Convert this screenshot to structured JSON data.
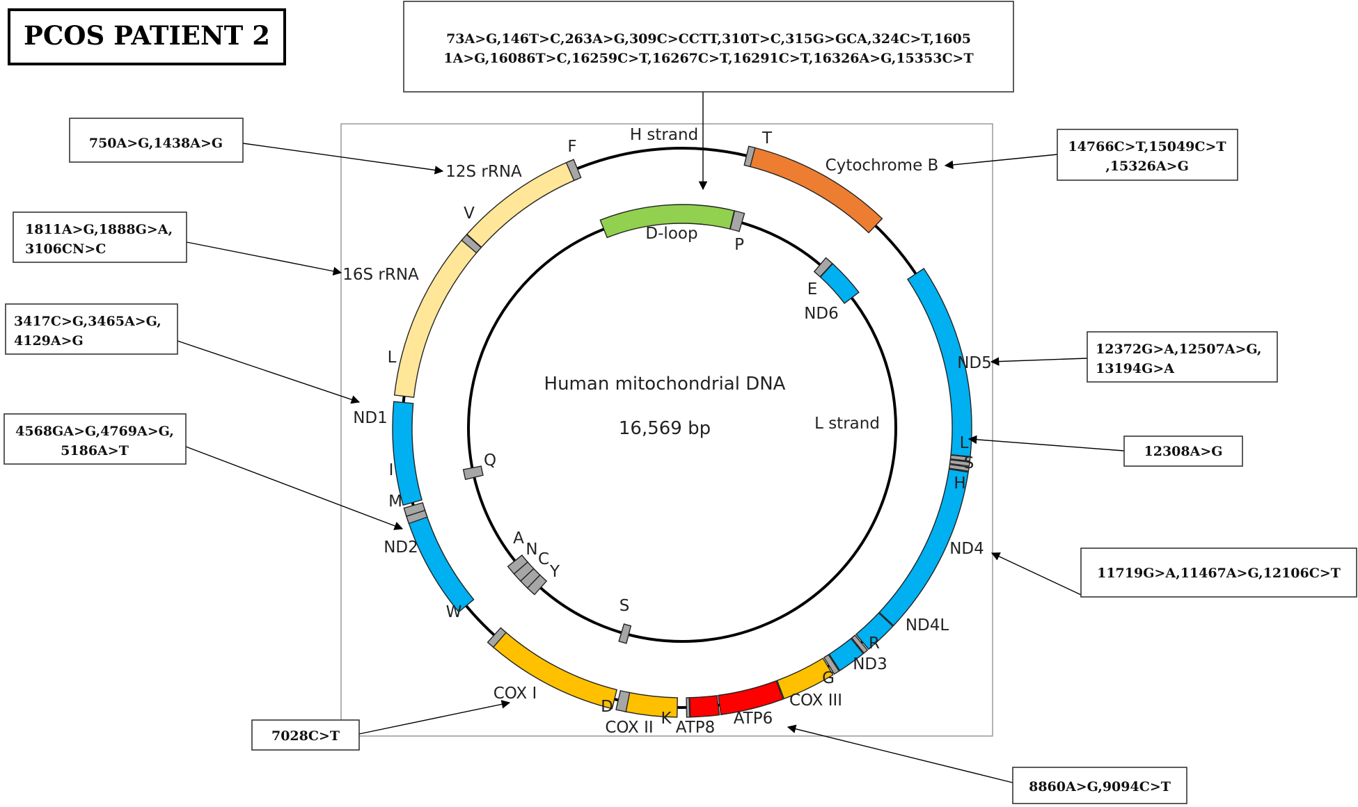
{
  "title": "PCOS PATIENT 2",
  "center": {
    "name": "Human mitochondrial DNA",
    "size": "16,569 bp"
  },
  "strands": {
    "h": "H strand",
    "l": "L strand"
  },
  "colors": {
    "rrna": "#FFE699",
    "nd": "#00B0F0",
    "cox": "#FFC000",
    "atp": "#FF0000",
    "cytb": "#ED7D31",
    "dloop": "#92D050",
    "trna": "#A6A6A6"
  },
  "genes": {
    "rrna12s": "12S rRNA",
    "rrna16s": "16S rRNA",
    "nd1": "ND1",
    "nd2": "ND2",
    "cox1": "COX I",
    "cox2": "COX II",
    "atp8": "ATP8",
    "atp6": "ATP6",
    "cox3": "COX III",
    "nd3": "ND3",
    "nd4l": "ND4L",
    "nd4": "ND4",
    "nd5": "ND5",
    "nd6": "ND6",
    "cytb": "Cytochrome B",
    "dloop": "D-loop"
  },
  "trna": {
    "F": "F",
    "V": "V",
    "L1": "L",
    "I": "I",
    "M": "M",
    "W": "W",
    "D": "D",
    "K": "K",
    "G": "G",
    "R": "R",
    "L2": "L",
    "S2": "S",
    "H": "H",
    "E": "E",
    "T": "T",
    "P": "P",
    "Q": "Q",
    "A": "A",
    "N": "N",
    "C": "C",
    "Y": "Y",
    "S1": "S"
  },
  "mutations": {
    "dloop_line1": "73A>G,146T>C,263A>G,309C>CCTT,310T>C,315G>GCA,324C>T,1605",
    "dloop_line2": "1A>G,16086T>C,16259C>T,16267C>T,16291C>T,16326A>G,15353C>T",
    "rrna12s": "750A>G,1438A>G",
    "rrna16s_line1": "1811A>G,1888G>A,",
    "rrna16s_line2": "3106CN>C",
    "nd1_line1": "3417C>G,3465A>G,",
    "nd1_line2": "4129A>G",
    "nd2_line1": "4568GA>G,4769A>G,",
    "nd2_line2": "5186A>T",
    "cox1": "7028C>T",
    "atp": "8860A>G,9094C>T",
    "cytb_line1": "14766C>T,15049C>T",
    "cytb_line2": ",15326A>G",
    "nd5_line1": "12372G>A,12507A>G,",
    "nd5_line2": "13194G>A",
    "trna_l": "12308A>G",
    "nd4": "11719G>A,11467A>G,12106C>T"
  }
}
